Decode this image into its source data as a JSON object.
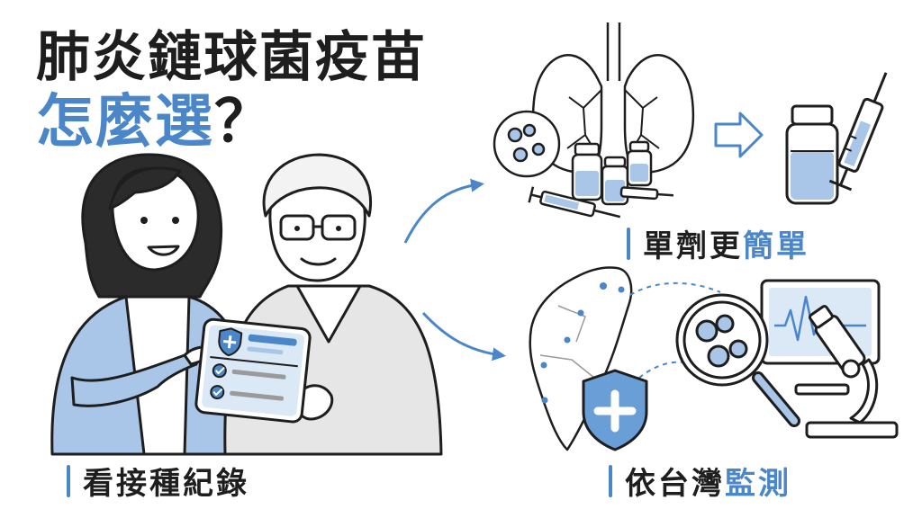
{
  "title": {
    "line1": "肺炎鏈球菌疫苗",
    "line2_main": "怎麼選",
    "line2_mark": "？"
  },
  "captions": {
    "records": {
      "text": "看接種紀錄"
    },
    "single": {
      "plain": "單劑更",
      "accent": "簡單"
    },
    "monitor": {
      "plain": "依台灣",
      "accent": "監測"
    }
  },
  "colors": {
    "ink": "#1e1e1e",
    "accent": "#4a86c8",
    "light_blue": "#a9c6e8",
    "pale_blue": "#dbe8f6",
    "gray": "#e6e6e6"
  },
  "icons": {
    "lungs": "lungs-icon",
    "bacteria": "bacteria-magnifier-icon",
    "vials": "vaccine-vial-icon",
    "syringe": "syringe-icon",
    "arrow": "right-arrow-icon",
    "map": "taiwan-map-icon",
    "shield": "medical-shield-icon",
    "microscope": "microscope-icon",
    "monitor": "chart-monitor-icon",
    "checklist": "checklist-card-icon"
  }
}
